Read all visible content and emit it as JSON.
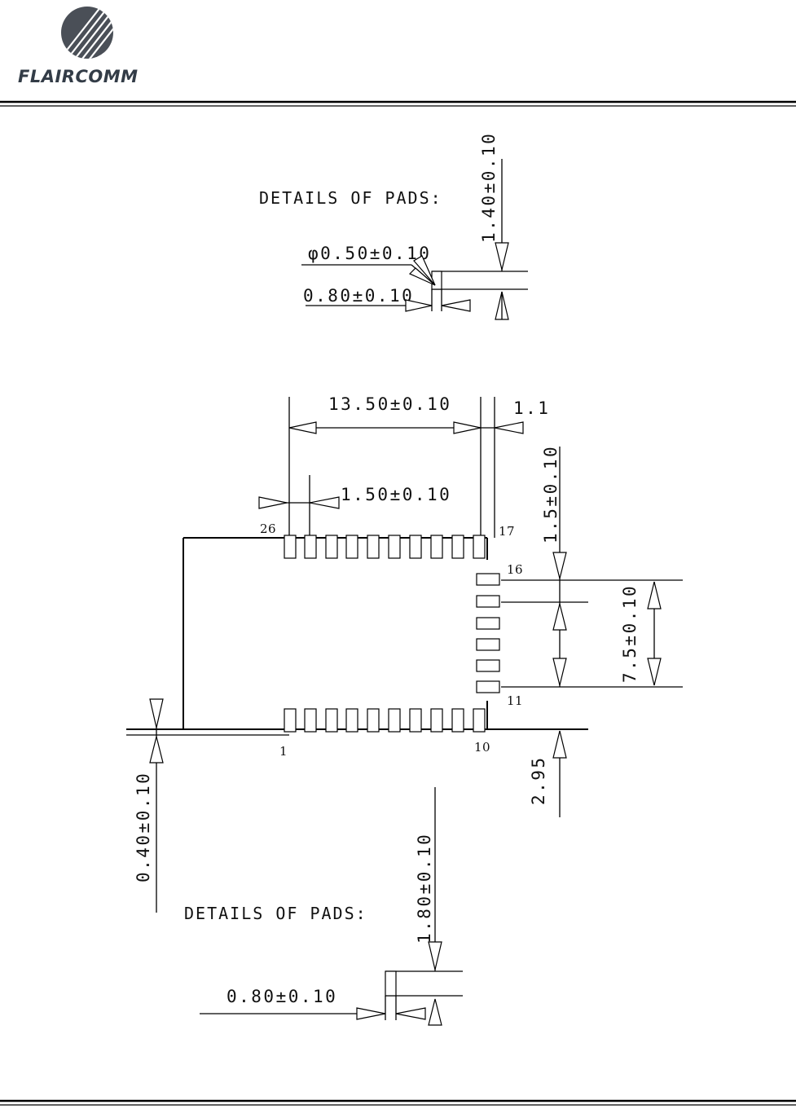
{
  "header": {
    "brand_name": "FLAIRCOMM",
    "logo_icon": "flaircomm-globe-logo"
  },
  "top_detail": {
    "title": "DETAILS OF PADS:",
    "height_dim": "1.40±0.10",
    "via_dim": "φ0.50±0.10",
    "width_dim": "0.80±0.10"
  },
  "module": {
    "pitch_dim": "13.50±0.10",
    "offset_dim": "1.1",
    "pad_pitch_dim": "1.50±0.10",
    "side_offset_dim": "1.5±0.10",
    "side_span_dim": "7.5±0.10",
    "bottom_offset_dim": "2.95",
    "edge_dim": "0.40±0.10",
    "pins": {
      "p26": "26",
      "p17": "17",
      "p16": "16",
      "p11": "11",
      "p1": "1",
      "p10": "10"
    }
  },
  "bottom_detail": {
    "title": "DETAILS OF PADS:",
    "height_dim": "1.80±0.10",
    "width_dim": "0.80±0.10"
  }
}
